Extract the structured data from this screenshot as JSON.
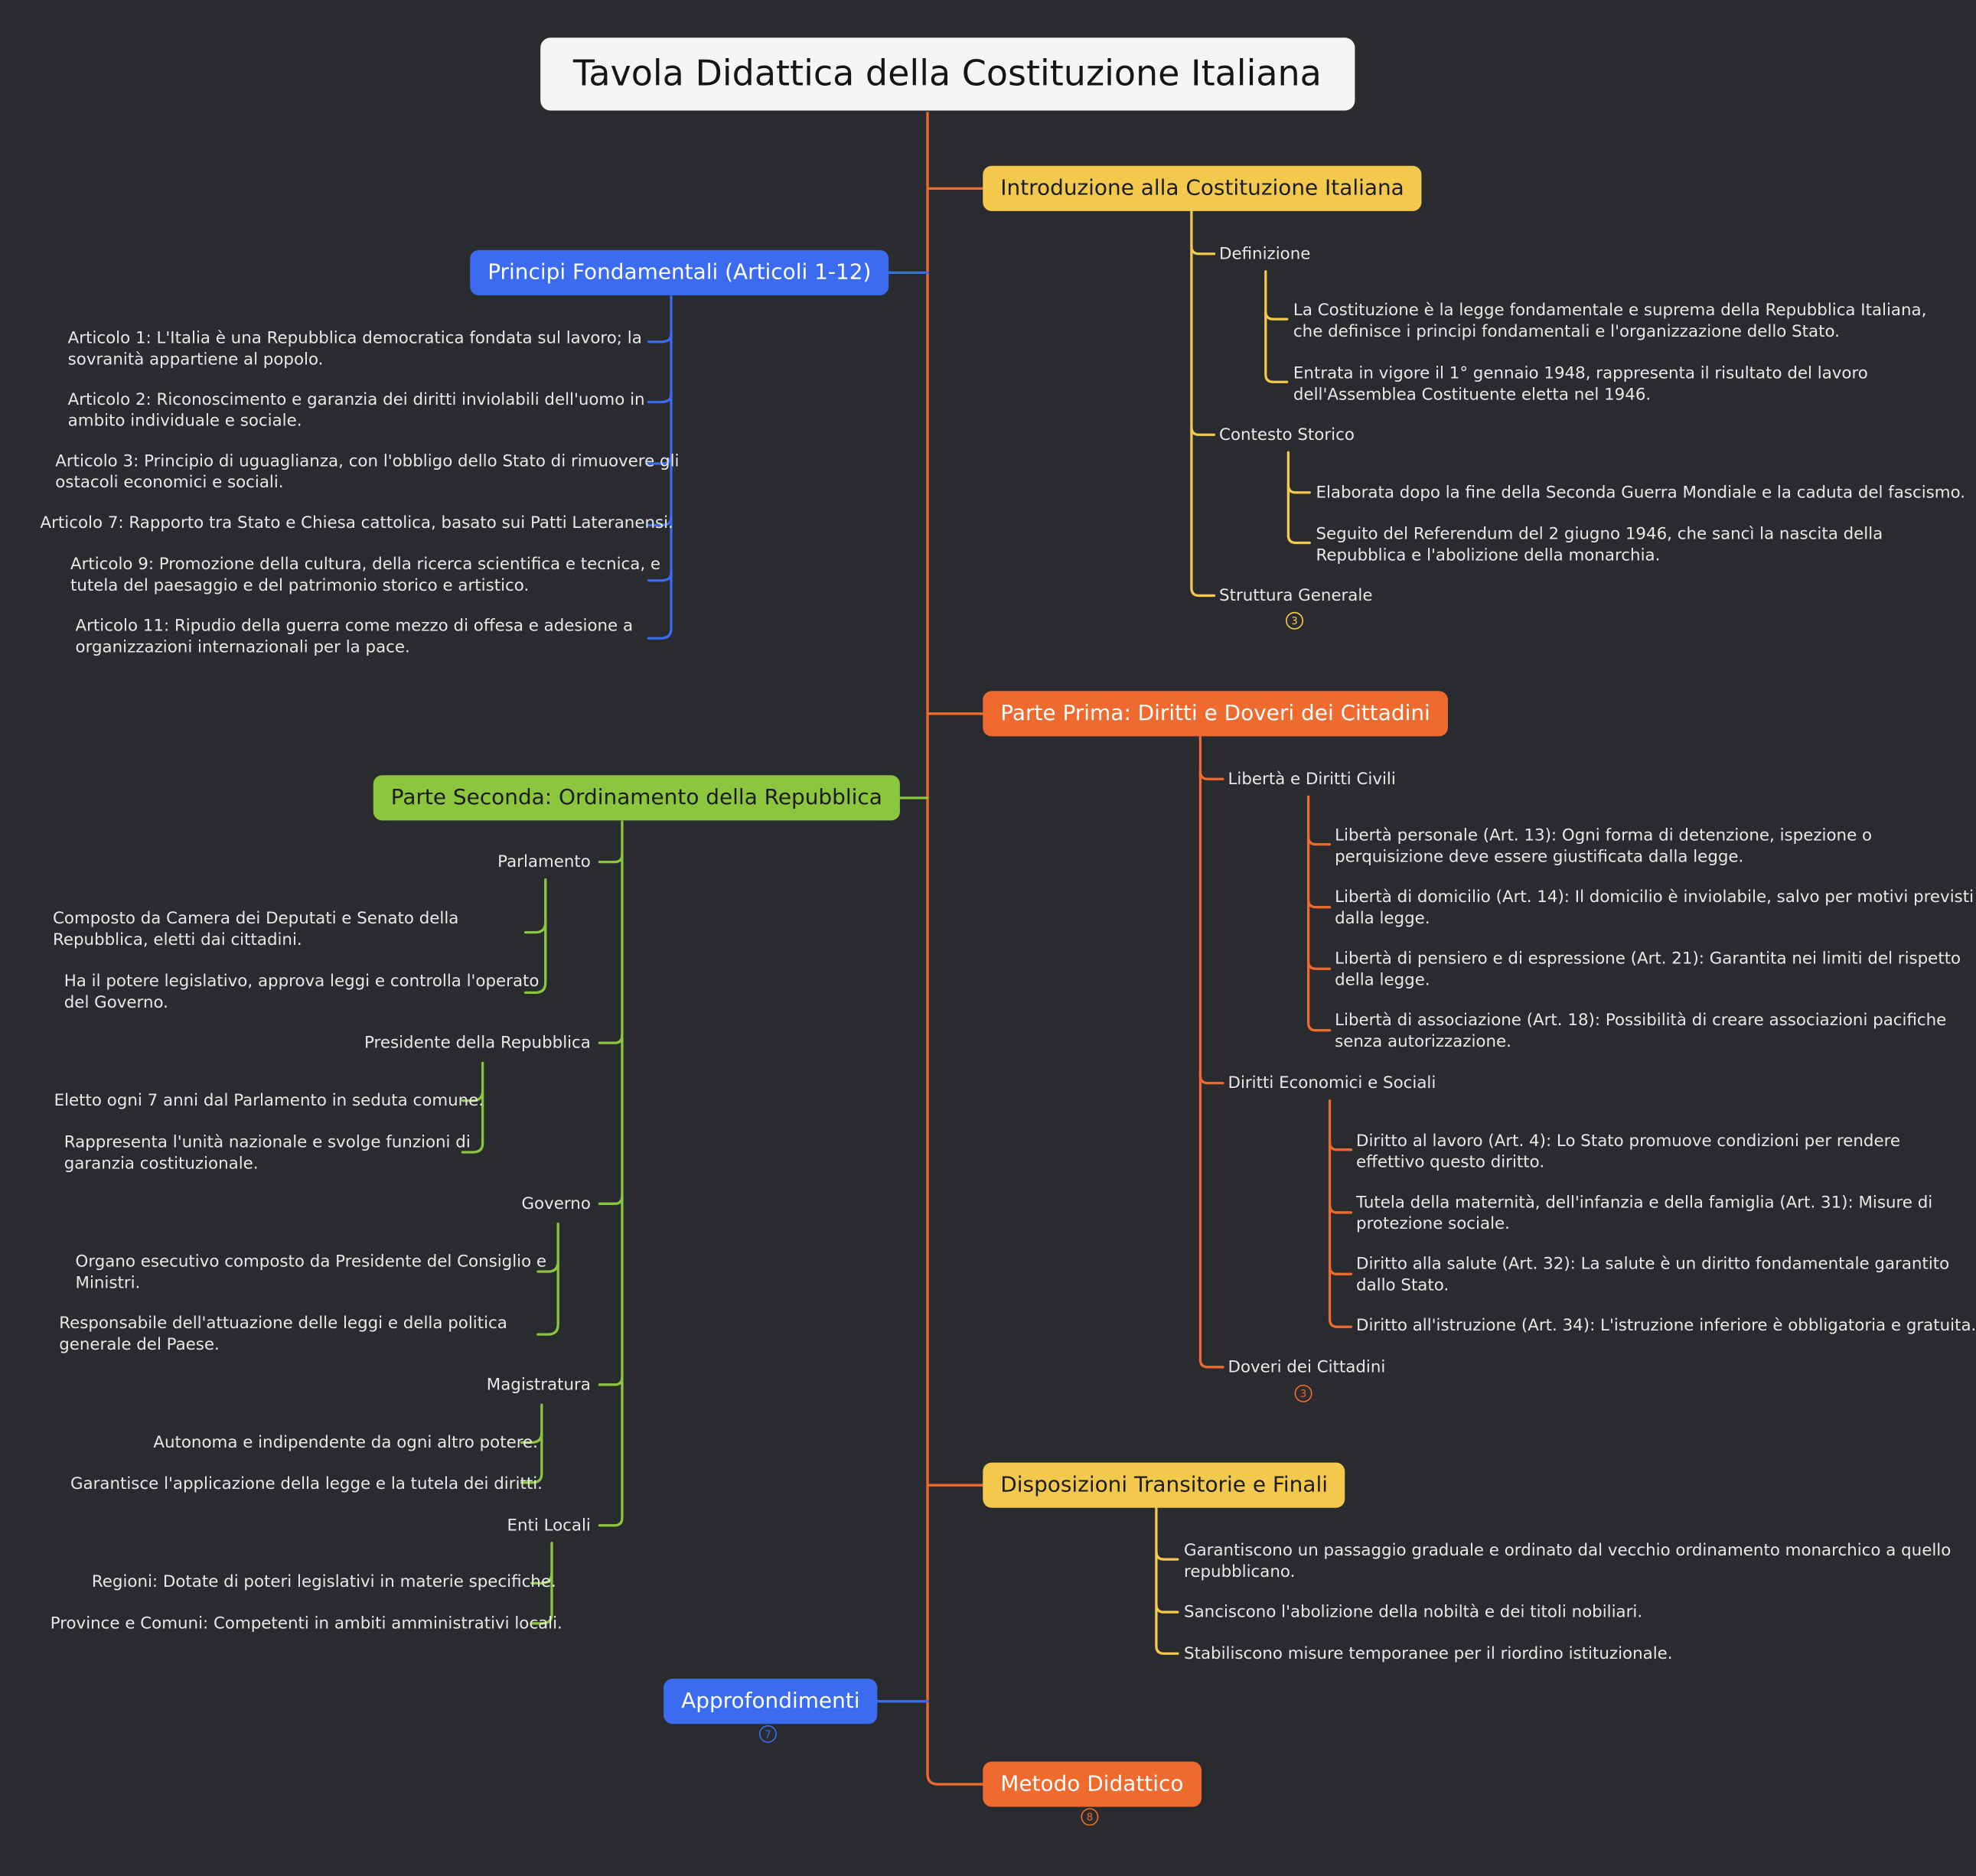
{
  "title": "Tavola Didattica della Costituzione Italiana",
  "colors": {
    "orange": "#ee6a2e",
    "yellow": "#f2c94c",
    "blue": "#3b6cf0",
    "green": "#8cc63f",
    "background": "#2a2b2e"
  },
  "intro": {
    "label": "Introduzione alla Costituzione Italiana",
    "definizione": "Definizione",
    "definizione_items": [
      "La Costituzione è la legge fondamentale e suprema della Repubblica Italiana,\nche definisce i principi fondamentali e l'organizzazione dello Stato.",
      "Entrata in vigore il 1° gennaio 1948, rappresenta il risultato del lavoro\ndell'Assemblea Costituente eletta nel 1946."
    ],
    "contesto": "Contesto Storico",
    "contesto_items": [
      "Elaborata dopo la fine della Seconda Guerra Mondiale e la caduta del fascismo.",
      "Seguito del Referendum del 2 giugno 1946, che sancì la nascita della\nRepubblica e l'abolizione della monarchia."
    ],
    "struttura": "Struttura Generale",
    "struttura_count": "3"
  },
  "principi": {
    "label": "Principi Fondamentali (Articoli 1-12)",
    "items": [
      "Articolo 1: L'Italia è una Repubblica democratica fondata sul lavoro; la\nsovranità appartiene al popolo.",
      "Articolo 2: Riconoscimento e garanzia dei diritti inviolabili dell'uomo in\nambito individuale e sociale.",
      "Articolo 3: Principio di uguaglianza, con l'obbligo dello Stato di rimuovere gli\nostacoli economici e sociali.",
      "Articolo 7: Rapporto tra Stato e Chiesa cattolica, basato sui Patti Lateranensi.",
      "Articolo 9: Promozione della cultura, della ricerca scientifica e tecnica, e\ntutela del paesaggio e del patrimonio storico e artistico.",
      "Articolo 11: Ripudio della guerra come mezzo di offesa e adesione a\norganizzazioni internazionali per la pace."
    ]
  },
  "parte_prima": {
    "label": "Parte Prima: Diritti e Doveri dei Cittadini",
    "liberta": "Libertà e Diritti Civili",
    "liberta_items": [
      "Libertà personale (Art. 13): Ogni forma di detenzione, ispezione o\nperquisizione deve essere giustificata dalla legge.",
      "Libertà di domicilio (Art. 14): Il domicilio è inviolabile, salvo per motivi previsti\ndalla legge.",
      "Libertà di pensiero e di espressione (Art. 21): Garantita nei limiti del rispetto\ndella legge.",
      "Libertà di associazione (Art. 18): Possibilità di creare associazioni pacifiche\nsenza autorizzazione."
    ],
    "economici": "Diritti Economici e Sociali",
    "economici_items": [
      "Diritto al lavoro (Art. 4): Lo Stato promuove condizioni per rendere\neffettivo questo diritto.",
      "Tutela della maternità, dell'infanzia e della famiglia (Art. 31): Misure di\nprotezione sociale.",
      "Diritto alla salute (Art. 32): La salute è un diritto fondamentale garantito\ndallo Stato.",
      "Diritto all'istruzione (Art. 34): L'istruzione inferiore è obbligatoria e gratuita."
    ],
    "doveri": "Doveri dei Cittadini",
    "doveri_count": "3"
  },
  "parte_seconda": {
    "label": "Parte Seconda: Ordinamento della Repubblica",
    "parlamento": "Parlamento",
    "parlamento_items": [
      "Composto da Camera dei Deputati e Senato della\nRepubblica, eletti dai cittadini.",
      "Ha il potere legislativo, approva leggi e controlla l'operato\ndel Governo."
    ],
    "presidente": "Presidente della Repubblica",
    "presidente_items": [
      "Eletto ogni 7 anni dal Parlamento in seduta comune.",
      "Rappresenta l'unità nazionale e svolge funzioni di\ngaranzia costituzionale."
    ],
    "governo": "Governo",
    "governo_items": [
      "Organo esecutivo composto da Presidente del Consiglio e\nMinistri.",
      "Responsabile dell'attuazione delle leggi e della politica\ngenerale del Paese."
    ],
    "magistratura": "Magistratura",
    "magistratura_items": [
      "Autonoma e indipendente da ogni altro potere.",
      "Garantisce l'applicazione della legge e la tutela dei diritti."
    ],
    "enti": "Enti Locali",
    "enti_items": [
      "Regioni: Dotate di poteri legislativi in materie specifiche.",
      "Province e Comuni: Competenti in ambiti amministrativi locali."
    ]
  },
  "disposizioni": {
    "label": "Disposizioni Transitorie e Finali",
    "items": [
      "Garantiscono un passaggio graduale e ordinato dal vecchio ordinamento monarchico a quello\nrepubblicano.",
      "Sanciscono l'abolizione della nobiltà e dei titoli nobiliari.",
      "Stabiliscono misure temporanee per il riordino istituzionale."
    ]
  },
  "approfondimenti": {
    "label": "Approfondimenti",
    "count": "7"
  },
  "metodo": {
    "label": "Metodo Didattico",
    "count": "8"
  }
}
